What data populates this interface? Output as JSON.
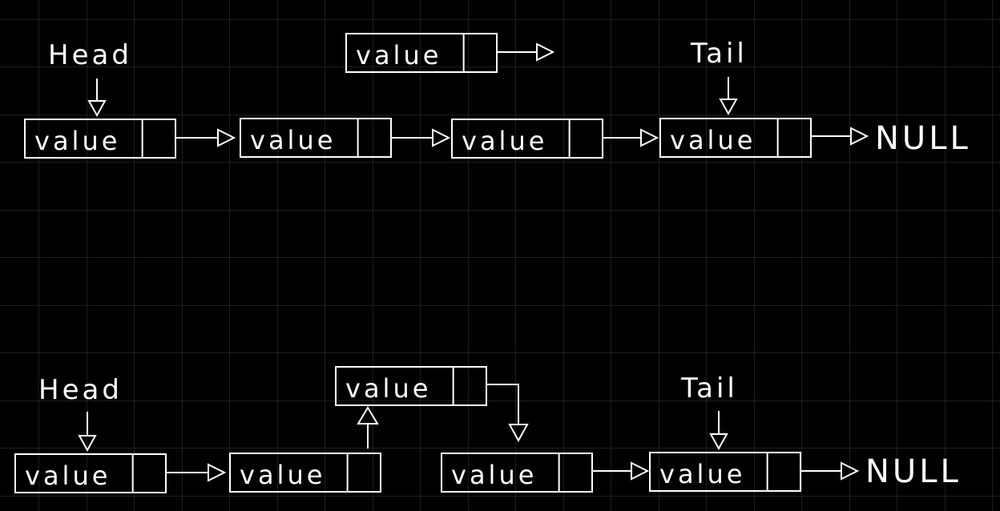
{
  "colors": {
    "background": "#000000",
    "grid": "#3a3a3a",
    "ink": "#ffffff"
  },
  "labels": {
    "head": "Head",
    "tail": "Tail",
    "null": "NULL",
    "node_value": "value"
  },
  "diagrams": [
    {
      "nodes": [
        {
          "id": "top-n1",
          "text": "value"
        },
        {
          "id": "top-n2",
          "text": "value"
        },
        {
          "id": "top-n3",
          "text": "value"
        },
        {
          "id": "top-n4",
          "text": "value"
        },
        {
          "id": "top-new",
          "text": "value"
        }
      ]
    },
    {
      "nodes": [
        {
          "id": "bot-n1",
          "text": "value"
        },
        {
          "id": "bot-n2",
          "text": "value"
        },
        {
          "id": "bot-n3",
          "text": "value"
        },
        {
          "id": "bot-n4",
          "text": "value"
        },
        {
          "id": "bot-new",
          "text": "value"
        }
      ]
    }
  ]
}
